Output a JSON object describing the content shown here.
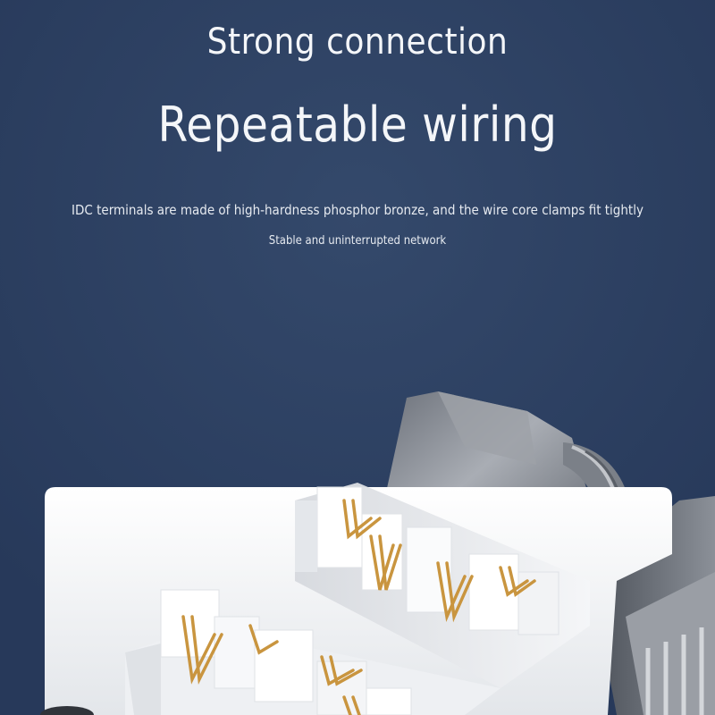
{
  "headline": {
    "line1": "Strong connection",
    "line2": "Repeatable wiring"
  },
  "description": {
    "line1": "IDC terminals are made of high-hardness phosphor bronze, and the wire core clamps fit tightly",
    "line2": "Stable and uninterrupted network"
  },
  "colors": {
    "background": "#2b3f60",
    "text": "#f4f6f9",
    "metal": "#8a8f98",
    "plastic": "#f3f4f6",
    "contact_gold": "#c9953f"
  }
}
